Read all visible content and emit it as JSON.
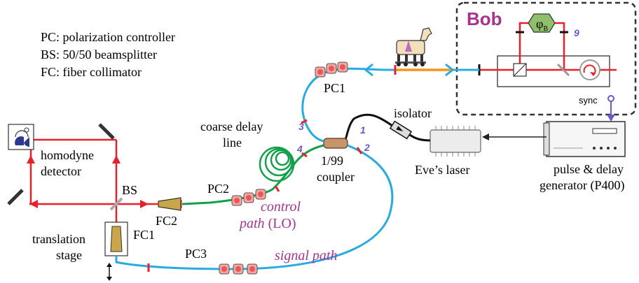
{
  "legend": {
    "pc": "PC: polarization controller",
    "bs": "BS: 50/50 beamsplitter",
    "fc": "FC: fiber collimator"
  },
  "labels": {
    "bob": "Bob",
    "phi": "φ",
    "phi_sub": "B",
    "port9": "9",
    "sync": "sync",
    "pc1": "PC1",
    "pc2": "PC2",
    "pc3": "PC3",
    "isolator": "isolator",
    "coarse_delay_1": "coarse delay",
    "coarse_delay_2": "line",
    "coupler_1": "1/99",
    "coupler_2": "coupler",
    "port1": "1",
    "port2": "2",
    "port3": "3",
    "port4": "4",
    "eves_laser": "Eve’s laser",
    "pulse_gen_1": "pulse & delay",
    "pulse_gen_2": "generator (P400)",
    "homodyne_1": "homodyne",
    "homodyne_2": "detector",
    "bs": "BS",
    "fc1": "FC1",
    "fc2": "FC2",
    "translation_1": "translation",
    "translation_2": "stage",
    "control_path_1": "control",
    "control_path_2": "path",
    "lo": "(LO)",
    "signal_path": "signal path"
  },
  "colors": {
    "fiber_blue": "#29abe2",
    "fiber_green": "#12a04a",
    "beam_red": "#e8202a",
    "beam_orange": "#f7941d",
    "magenta": "#a8338f",
    "port_purple": "#6a5acd",
    "phase_green": "#8fbf6a",
    "pc_pink": "#f4a6a0",
    "coupler_tan": "#c8956a"
  }
}
